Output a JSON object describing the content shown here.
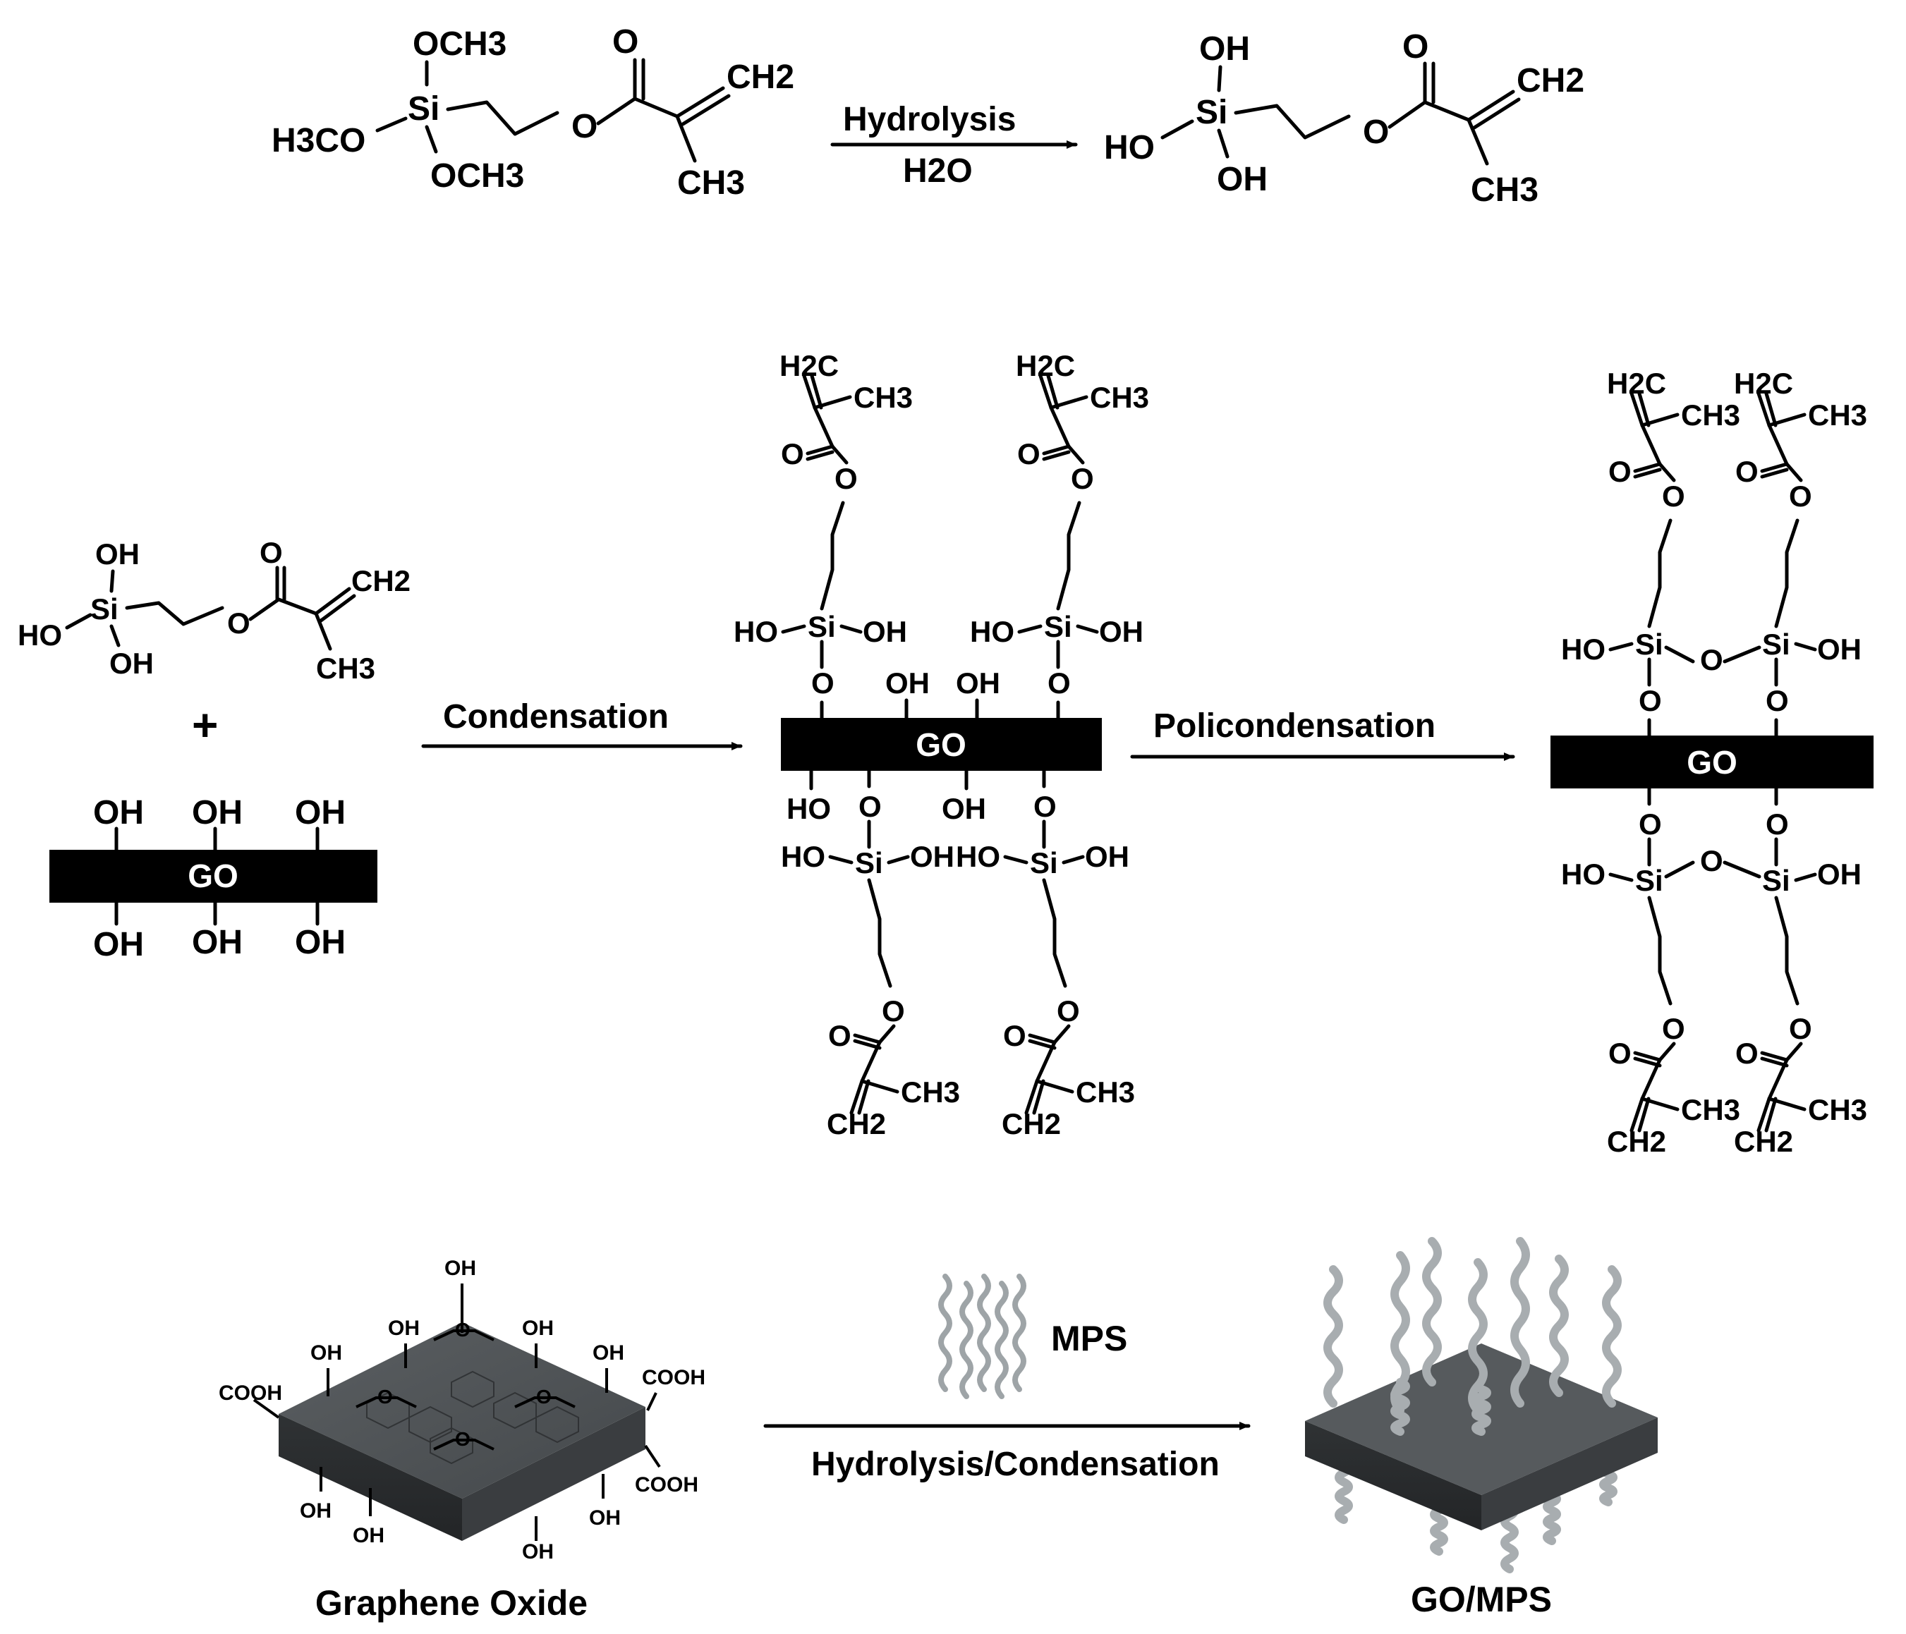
{
  "step1": {
    "reactant": {
      "och3_top": "OCH3",
      "si": "Si",
      "h3co": "H3CO",
      "och3_bottom": "OCH3",
      "o_carbonyl": "O",
      "o_ester": "O",
      "ch2": "CH2",
      "ch3": "CH3"
    },
    "arrow_top": "Hydrolysis",
    "arrow_bottom": "H2O",
    "product": {
      "oh_top": "OH",
      "si": "Si",
      "ho_left": "HO",
      "oh_bottom": "OH",
      "o_carbonyl": "O",
      "o_ester": "O",
      "ch2": "CH2",
      "ch3": "CH3"
    }
  },
  "step2": {
    "silanol": {
      "oh": "OH",
      "si": "Si",
      "ho": "HO",
      "oh2": "OH",
      "o": "O",
      "o2": "O",
      "ch2": "CH2",
      "ch3": "CH3"
    },
    "plus": "+",
    "go_label": "GO",
    "oh": "OH",
    "arrow_condensation": "Condensation",
    "arrow_policondensation": "Policondensation",
    "go_label_mid": "GO",
    "go_label_right": "GO"
  },
  "step3": {
    "left_caption": "Graphene Oxide",
    "mps_label": "MPS",
    "arrow_label": "Hydrolysis/Condensation",
    "right_caption": "GO/MPS",
    "groups": {
      "oh": "OH",
      "cooh": "COOH",
      "o": "O"
    }
  }
}
